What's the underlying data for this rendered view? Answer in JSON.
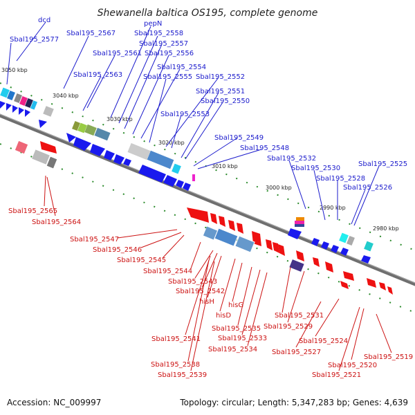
{
  "title": "Shewanella baltica OS195, complete genome",
  "footer": {
    "accession": "Accession: NC_009997",
    "summary": "Topology: circular; Length: 5,347,283 bp; Genes: 4,639"
  },
  "colors": {
    "forward_label": "#1a1acc",
    "reverse_label": "#cc1111",
    "backbone": "#777777",
    "tick": "#2a8a2a"
  },
  "kbp_labels": [
    "3050 kbp",
    "3040 kbp",
    "3030 kbp",
    "3020 kbp",
    "3010 kbp",
    "3000 kbp",
    "2990 kbp",
    "2980 kbp"
  ],
  "top_labels": [
    "dcd",
    "Sbal195_2577",
    "Sbal195_2567",
    "pepN",
    "Sbal195_2558",
    "Sbal195_2557",
    "Sbal195_2561",
    "Sbal195_2556",
    "Sbal195_2563",
    "Sbal195_2554",
    "Sbal195_2555",
    "Sbal195_2552",
    "Sbal195_2551",
    "Sbal195_2550",
    "Sbal195_2553",
    "Sbal195_2549",
    "Sbal195_2548",
    "Sbal195_2532",
    "Sbal195_2530",
    "Sbal195_2525",
    "Sbal195_2528",
    "Sbal195_2526"
  ],
  "bottom_labels": [
    "Sbal195_2565",
    "Sbal195_2564",
    "Sbal195_2547",
    "Sbal195_2546",
    "Sbal195_2545",
    "Sbal195_2544",
    "Sbal195_2543",
    "Sbal195_2542",
    "hisH",
    "hisG",
    "hisD",
    "Sbal195_2531",
    "Sbal195_2529",
    "Sbal195_2535",
    "Sbal195_2533",
    "Sbal195_2541",
    "Sbal195_2534",
    "Sbal195_2524",
    "Sbal195_2527",
    "Sbal195_2519",
    "Sbal195_2520",
    "Sbal195_2521",
    "Sbal195_2538",
    "Sbal195_2539"
  ]
}
